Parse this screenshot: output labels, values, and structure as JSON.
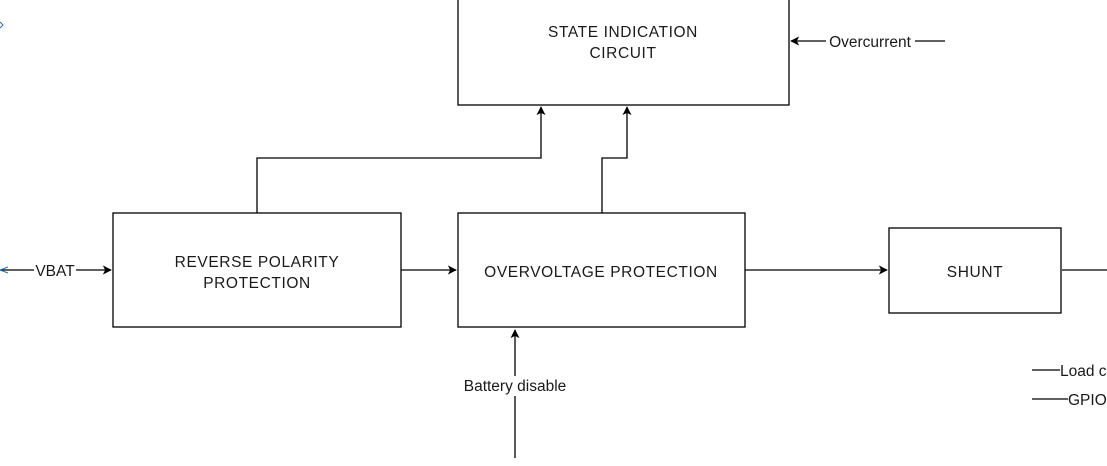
{
  "blocks": {
    "state_indication": {
      "line1": "STATE INDICATION",
      "line2": "CIRCUIT"
    },
    "reverse_polarity": {
      "line1": "REVERSE POLARITY",
      "line2": "PROTECTION"
    },
    "overvoltage": {
      "label": "OVERVOLTAGE PROTECTION"
    },
    "shunt": {
      "label": "SHUNT"
    }
  },
  "signals": {
    "vbat": "VBAT",
    "overcurrent": "Overcurrent",
    "battery_disable": "Battery disable",
    "load_partial": "Load c",
    "gpio": "GPIO"
  },
  "colors": {
    "line": "#000000",
    "text": "#1a1a1a",
    "faint_line": "#2b6cb0"
  }
}
